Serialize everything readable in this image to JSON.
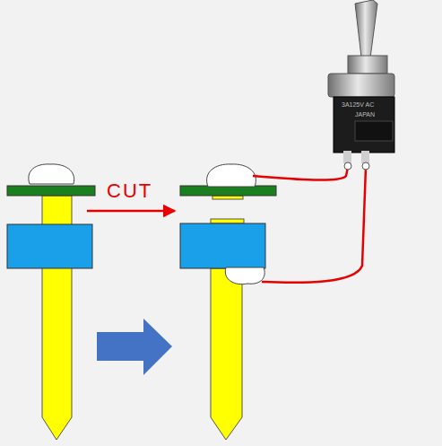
{
  "diagram": {
    "labels": [
      "CUT",
      "3A125V AC",
      "JAPAN"
    ]
  }
}
